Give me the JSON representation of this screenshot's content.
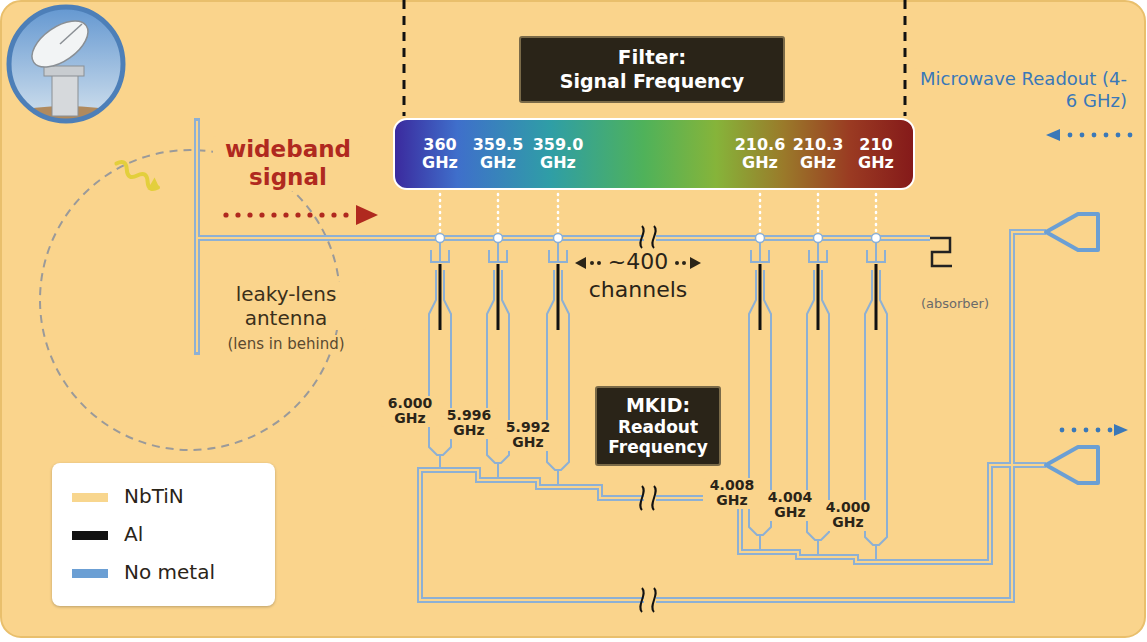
{
  "diagram": {
    "nodes": [
      {
        "text": [
          "Filter:",
          "Signal Frequency"
        ]
      },
      {
        "text": [
          "360 GHz",
          "359.5 GHz",
          "359.0 GHz",
          "210.6 GHz",
          "210.3 GHz",
          "210 GHz"
        ]
      },
      {
        "text": [
          "MKID:",
          "Readout Frequency"
        ]
      }
    ],
    "labels": [
      "Microwave Readout (4-6 GHz)",
      "wideband signal",
      "leaky-lens antenna",
      "(lens in behind)",
      "~400",
      "channels",
      "(absorber)",
      "6.000 GHz",
      "5.996 GHz",
      "5.992 GHz",
      "4.008 GHz",
      "4.004 GHz",
      "4.000 GHz"
    ],
    "legend": [
      {
        "text": "NbTiN",
        "color": "#f8d68e"
      },
      {
        "text": "Al",
        "color": "#111111"
      },
      {
        "text": "No metal",
        "color": "#6b9fd4"
      }
    ]
  }
}
